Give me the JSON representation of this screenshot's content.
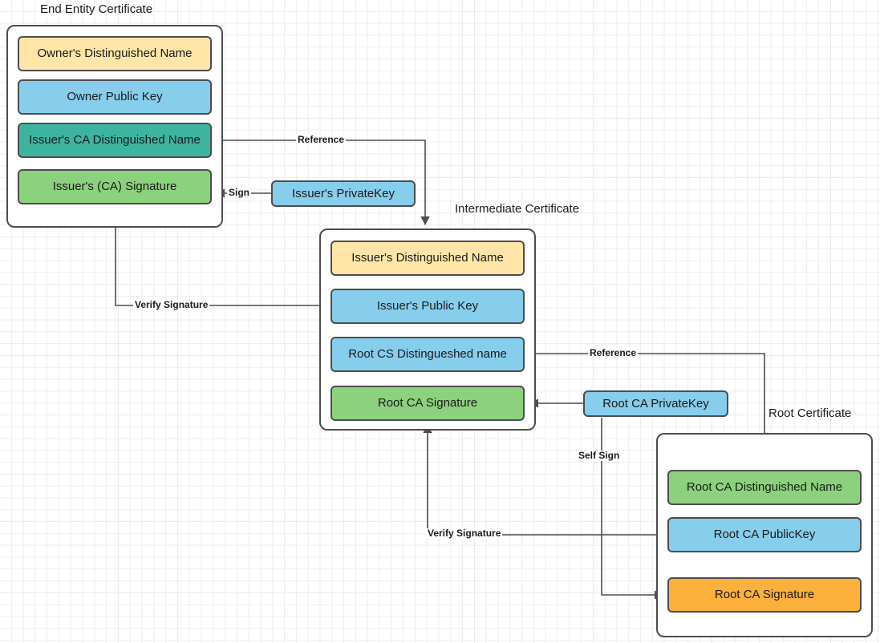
{
  "diagram": {
    "title_end_entity": "End Entity Certificate",
    "title_intermediate": "Intermediate Certificate",
    "title_root": "Root Certificate"
  },
  "colors": {
    "yellow": "#ffe6a8",
    "blue": "#87cdec",
    "teal": "#3cb4a0",
    "green": "#8cd17d",
    "orange": "#fbb03b",
    "stroke": "#4d4d4d",
    "grid_minor": "#ededed",
    "grid_major": "#e0e0e0"
  },
  "end_entity": {
    "rows": [
      {
        "label": "Owner's Distinguished Name",
        "color": "yellow"
      },
      {
        "label": "Owner Public  Key",
        "color": "blue"
      },
      {
        "label": "Issuer's CA Distinguished Name",
        "color": "teal"
      },
      {
        "label": "Issuer's (CA) Signature",
        "color": "green"
      }
    ]
  },
  "intermediate": {
    "rows": [
      {
        "label": "Issuer's Distinguished Name",
        "color": "yellow"
      },
      {
        "label": "Issuer's Public  Key",
        "color": "blue"
      },
      {
        "label": "Root CS Distingueshed name",
        "color": "blue"
      },
      {
        "label": "Root CA Signature",
        "color": "green"
      }
    ]
  },
  "root": {
    "rows": [
      {
        "label": "Root CA Distinguished Name",
        "color": "green"
      },
      {
        "label": "Root CA PublicKey",
        "color": "blue"
      },
      {
        "label": "Root CA Signature",
        "color": "orange"
      }
    ]
  },
  "keys": {
    "issuer_private_key": "Issuer's PrivateKey",
    "root_ca_private_key": "Root CA PrivateKey"
  },
  "edge_labels": {
    "reference_top": "Reference",
    "reference_bottom": "Reference",
    "sign": "Sign",
    "self_sign": "Self Sign",
    "verify_signature_top": "Verify Signature",
    "verify_signature_bottom": "Verify Signature"
  }
}
